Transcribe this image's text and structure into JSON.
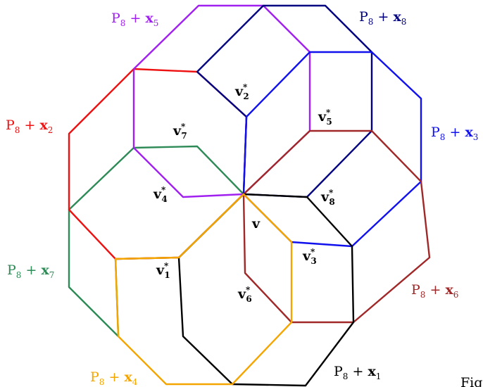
{
  "figure": {
    "colors": {
      "x1": "#000000",
      "x2": "#ee1111",
      "x3": "#1111ee",
      "x4": "#f5a500",
      "x5": "#a020f0",
      "x6": "#a02828",
      "x7": "#2e8b57",
      "x8": "#000080"
    },
    "translate_labels": [
      {
        "id": "x1",
        "base": "P",
        "sub": "8",
        "plus": " + ",
        "vec": "x",
        "vsub": "1",
        "color": "#000000"
      },
      {
        "id": "x2",
        "base": "P",
        "sub": "8",
        "plus": " + ",
        "vec": "x",
        "vsub": "2",
        "color": "#ee1111"
      },
      {
        "id": "x3",
        "base": "P",
        "sub": "8",
        "plus": " + ",
        "vec": "x",
        "vsub": "3",
        "color": "#1111ee"
      },
      {
        "id": "x4",
        "base": "P",
        "sub": "8",
        "plus": " + ",
        "vec": "x",
        "vsub": "4",
        "color": "#f5a500"
      },
      {
        "id": "x5",
        "base": "P",
        "sub": "8",
        "plus": " + ",
        "vec": "x",
        "vsub": "5",
        "color": "#a020f0"
      },
      {
        "id": "x6",
        "base": "P",
        "sub": "8",
        "plus": " + ",
        "vec": "x",
        "vsub": "6",
        "color": "#a02828"
      },
      {
        "id": "x7",
        "base": "P",
        "sub": "8",
        "plus": " + ",
        "vec": "x",
        "vsub": "7",
        "color": "#2e8b57"
      },
      {
        "id": "x8",
        "base": "P",
        "sub": "8",
        "plus": " + ",
        "vec": "x",
        "vsub": "8",
        "color": "#000080"
      }
    ],
    "vertex_labels": [
      {
        "id": "v",
        "text": "v",
        "sub": "",
        "sup": ""
      },
      {
        "id": "v1",
        "text": "v",
        "sub": "1",
        "sup": "*"
      },
      {
        "id": "v2",
        "text": "v",
        "sub": "2",
        "sup": "*"
      },
      {
        "id": "v3",
        "text": "v",
        "sub": "3",
        "sup": "*"
      },
      {
        "id": "v4",
        "text": "v",
        "sub": "4",
        "sup": "*"
      },
      {
        "id": "v5",
        "text": "v",
        "sub": "5",
        "sup": "*"
      },
      {
        "id": "v6",
        "text": "v",
        "sub": "6",
        "sup": "*"
      },
      {
        "id": "v7",
        "text": "v",
        "sub": "7",
        "sup": "*"
      },
      {
        "id": "v8",
        "text": "v",
        "sub": "8",
        "sup": "*"
      }
    ],
    "caption_fragment": "Fig"
  }
}
